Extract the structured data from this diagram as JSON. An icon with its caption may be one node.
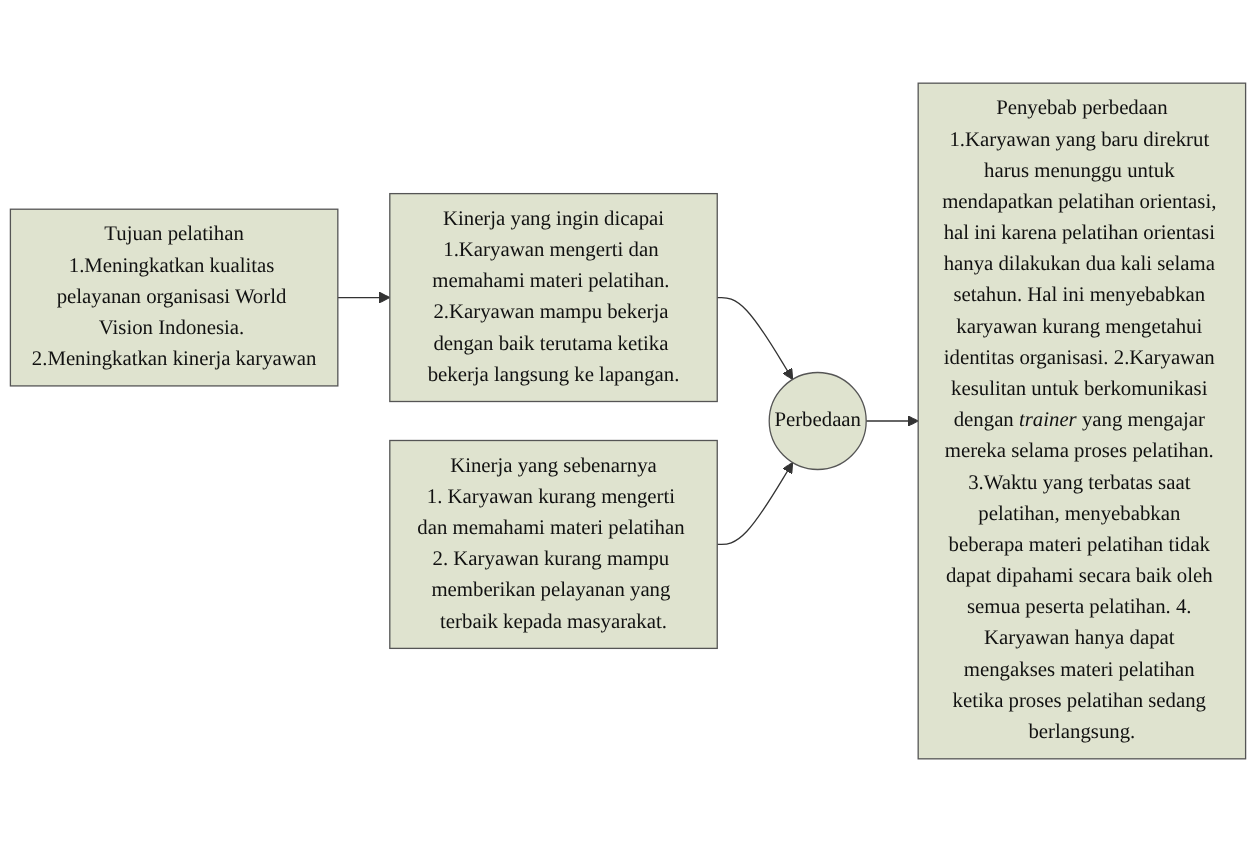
{
  "diagram": {
    "nodes": [
      {
        "text": [
          "Tujuan pelatihan",
          "1.Meningkatkan kualitas pelayanan organisasi World Vision Indonesia. 2.Meningkatkan kinerja karyawan"
        ]
      },
      {
        "text": [
          "Kinerja yang ingin dicapai",
          "1.Karyawan mengerti dan memahami materi pelatihan. 2.Karyawan mampu bekerja dengan baik terutama ketika bekerja langsung ke lapangan."
        ]
      },
      {
        "text": [
          "Perbedaan"
        ]
      },
      {
        "text": [
          "Penyebab perbedaan",
          "1.Karyawan yang baru direkrut harus menunggu untuk mendapatkan pelatihan orientasi, hal ini karena pelatihan orientasi hanya dilakukan dua kali selama setahun. Hal ini menyebabkan karyawan kurang mengetahui identitas organisasi. 2.Karyawan kesulitan untuk berkomunikasi dengan *trainer* yang mengajar mereka selama proses pelatihan. 3.Waktu yang terbatas saat pelatihan, menyebabkan beberapa materi pelatihan tidak dapat dipahami secara baik oleh semua peserta pelatihan. 4. Karyawan hanya dapat mengakses materi pelatihan ketika proses pelatihan sedang berlangsung."
        ]
      },
      {
        "text": [
          "Kinerja yang sebenarnya",
          "1. Karyawan kurang mengerti dan memahami materi pelatihan 2. Karyawan kurang mampu memberikan pelayanan yang terbaik kepada masyarakat."
        ]
      }
    ],
    "edges": [
      {
        "from": 0,
        "to": 1,
        "arrow": "to"
      },
      {
        "from": 1,
        "to": 2,
        "arrow": "to"
      },
      {
        "from": 4,
        "to": 2,
        "arrow": "to"
      },
      {
        "from": 2,
        "to": 3,
        "arrow": "to"
      }
    ]
  }
}
